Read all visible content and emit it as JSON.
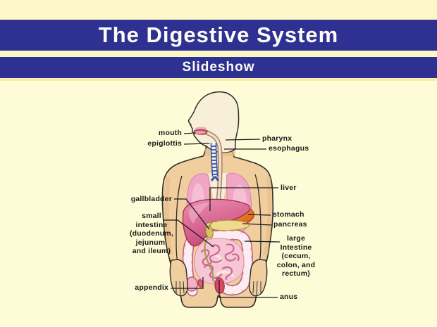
{
  "header": {
    "title": "The Digestive System",
    "subtitle": "Slideshow"
  },
  "labels": {
    "mouth": "mouth",
    "epiglottis": "epiglottis",
    "pharynx": "pharynx",
    "esophagus": "esophagus",
    "liver": "liver",
    "gallbladder": "gallbladder",
    "stomach": "stomach",
    "pancreas": "pancreas",
    "small_intestine": "small\nintestine\n(duodenum,\njejunum,\nand ileum)",
    "large_intestine": "large\nIntestine\n(cecum,\ncolon, and\nrectum)",
    "appendix": "appendix",
    "anus": "anus"
  },
  "colors": {
    "band_blue": "#2F3192",
    "band_text": "#FDFDF5",
    "background_top": "#FBF7C6",
    "background_content": "#FEFCD6",
    "label_text": "#1B1B1B",
    "skin": "#F1CE9E",
    "head": "#F8EFD8",
    "lungs": "#F2A6C6",
    "liver": "#C64A78",
    "stomach": "#DD5F12",
    "pancreas": "#EEDA8C",
    "intestine": "#F3B2C6",
    "trachea": "#39539E"
  }
}
